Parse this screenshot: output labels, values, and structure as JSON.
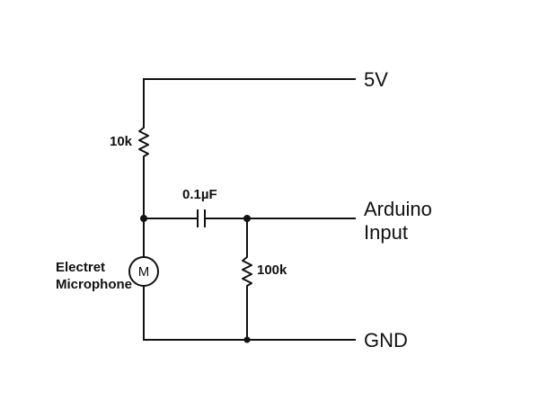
{
  "labels": {
    "supply": "5V",
    "r_top": "10k",
    "capacitor": "0.1µF",
    "output_line1": "Arduino",
    "output_line2": "Input",
    "mic_line1": "Electret",
    "mic_line2": "Microphone",
    "mic_symbol": "M",
    "r_bottom": "100k",
    "ground": "GND"
  }
}
